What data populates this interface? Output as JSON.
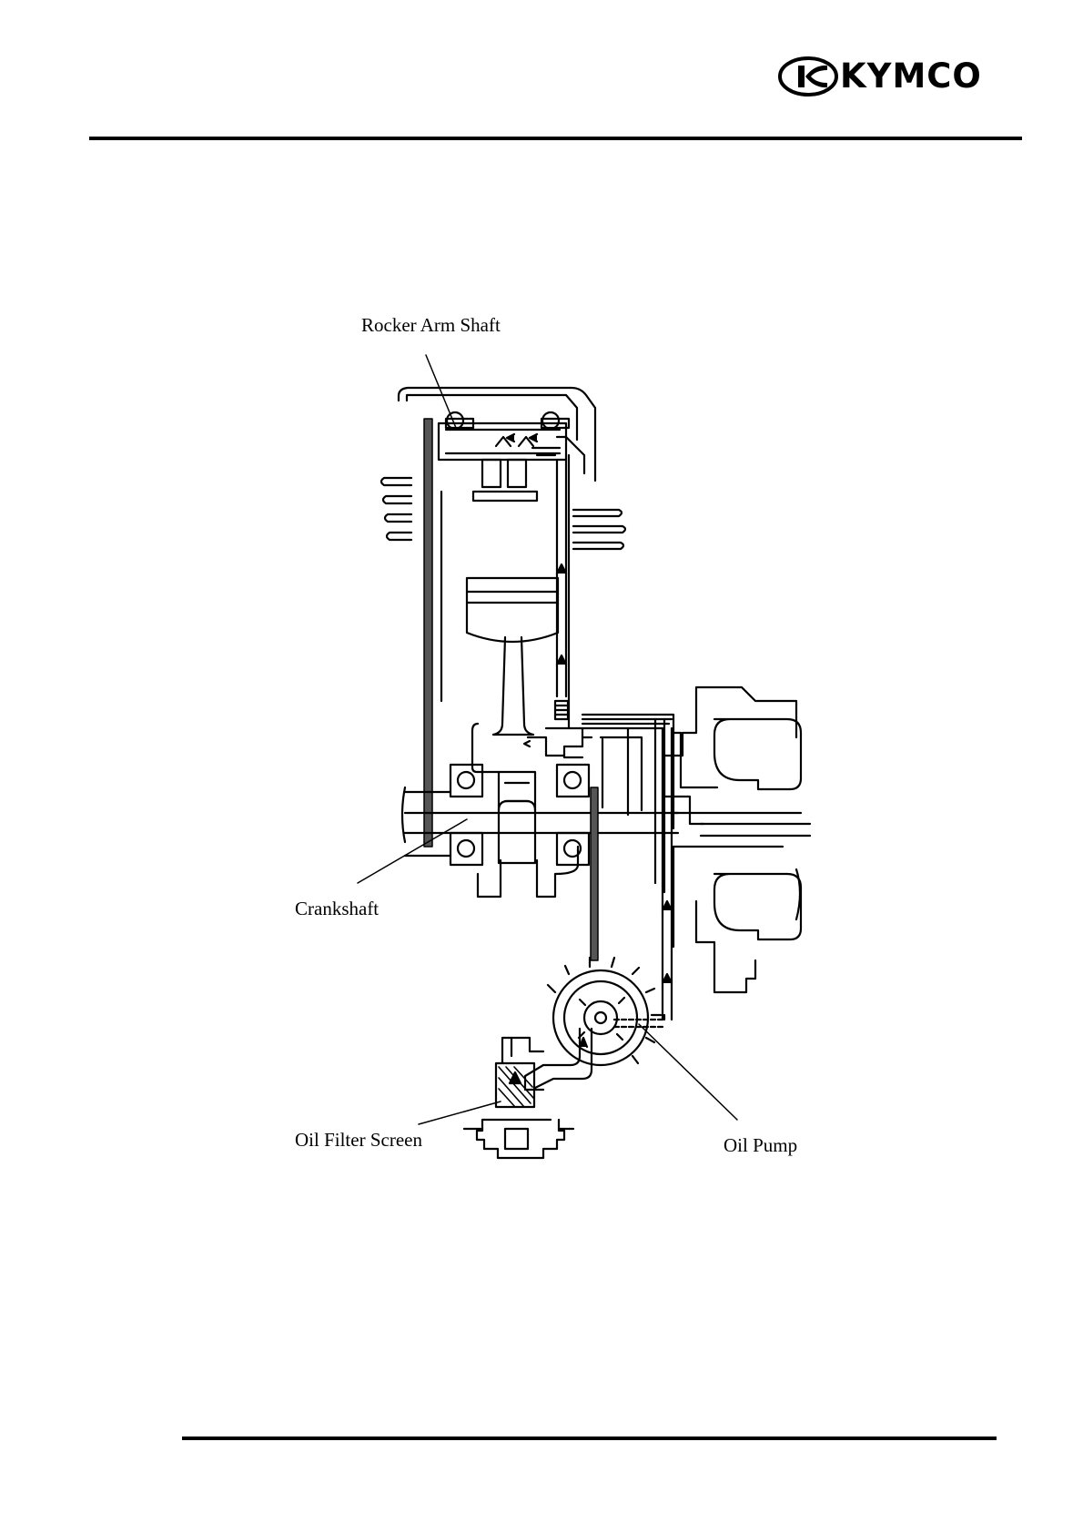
{
  "header": {
    "logo_text": "KYMCO"
  },
  "diagram": {
    "labels": {
      "rocker_arm_shaft": "Rocker Arm Shaft",
      "crankshaft": "Crankshaft",
      "oil_filter_screen": "Oil Filter Screen",
      "oil_pump": "Oil Pump"
    }
  }
}
